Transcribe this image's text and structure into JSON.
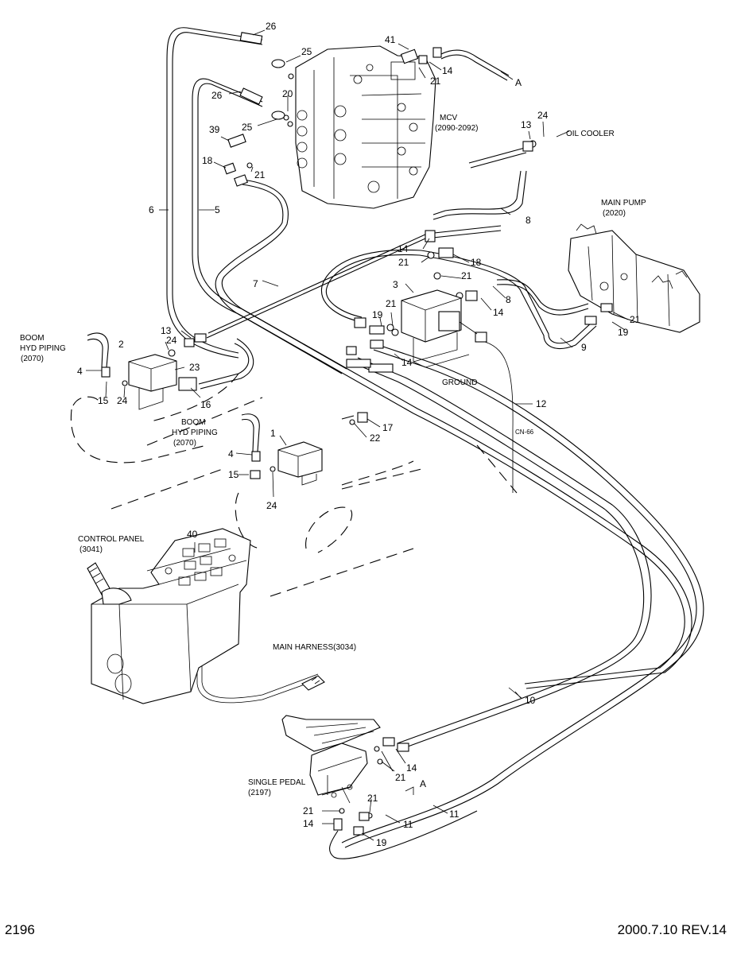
{
  "page": {
    "number": "2196",
    "revision": "2000.7.10 REV.14"
  },
  "components": {
    "mcv": [
      "MCV",
      "(2090-2092)"
    ],
    "oil_cooler": "OIL COOLER",
    "main_pump": [
      "MAIN PUMP",
      "(2020)"
    ],
    "boom_piping_1": [
      "BOOM",
      "HYD PIPING",
      "(2070)"
    ],
    "boom_piping_2": [
      "BOOM",
      "HYD PIPING",
      "(2070)"
    ],
    "ground": "GROUND",
    "connector": "CN-66",
    "control_panel": [
      "CONTROL PANEL",
      "(3041)"
    ],
    "main_harness": "MAIN HARNESS(3034)",
    "single_pedal": [
      "SINGLE PEDAL",
      "(2197)"
    ],
    "arrow_a_top": "A",
    "arrow_a_bottom": "A"
  },
  "callouts": [
    "26",
    "25",
    "41",
    "21",
    "14",
    "26",
    "20",
    "25",
    "39",
    "21",
    "18",
    "13",
    "24",
    "6",
    "5",
    "8",
    "14",
    "21",
    "18",
    "21",
    "3",
    "7",
    "19",
    "21",
    "14",
    "8",
    "21",
    "19",
    "9",
    "13",
    "24",
    "2",
    "23",
    "4",
    "15",
    "24",
    "16",
    "14",
    "17",
    "22",
    "1",
    "4",
    "15",
    "24",
    "12",
    "40",
    "10",
    "21",
    "14",
    "21",
    "21",
    "14",
    "11",
    "11",
    "19"
  ]
}
